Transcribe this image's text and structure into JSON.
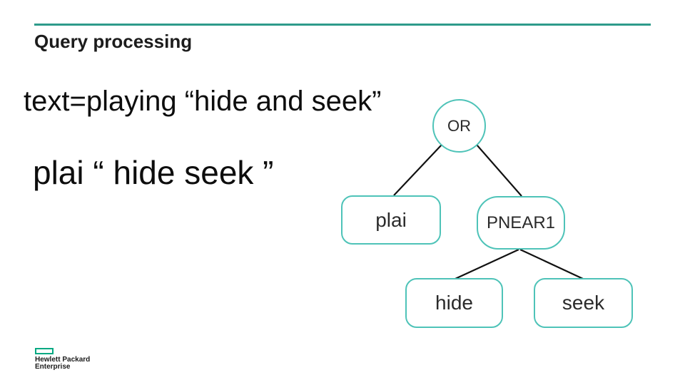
{
  "slide": {
    "title": "Query processing",
    "query_original": "text=playing “hide and seek”",
    "query_processed": "plai “ hide seek ”"
  },
  "tree": {
    "nodes": {
      "or": "OR",
      "plai": "plai",
      "pnear": "PNEAR1",
      "hide": "hide",
      "seek": "seek"
    },
    "edges": [
      [
        "OR",
        "plai"
      ],
      [
        "OR",
        "PNEAR1"
      ],
      [
        "PNEAR1",
        "hide"
      ],
      [
        "PNEAR1",
        "seek"
      ]
    ]
  },
  "logo": {
    "line1": "Hewlett Packard",
    "line2": "Enterprise"
  },
  "colors": {
    "node_border_teal": "#4ec3b8",
    "top_rule_green": "#2e9b8b",
    "logo_green": "#01A982",
    "text_dark": "#0d0d0d",
    "edge_black": "#111111"
  }
}
